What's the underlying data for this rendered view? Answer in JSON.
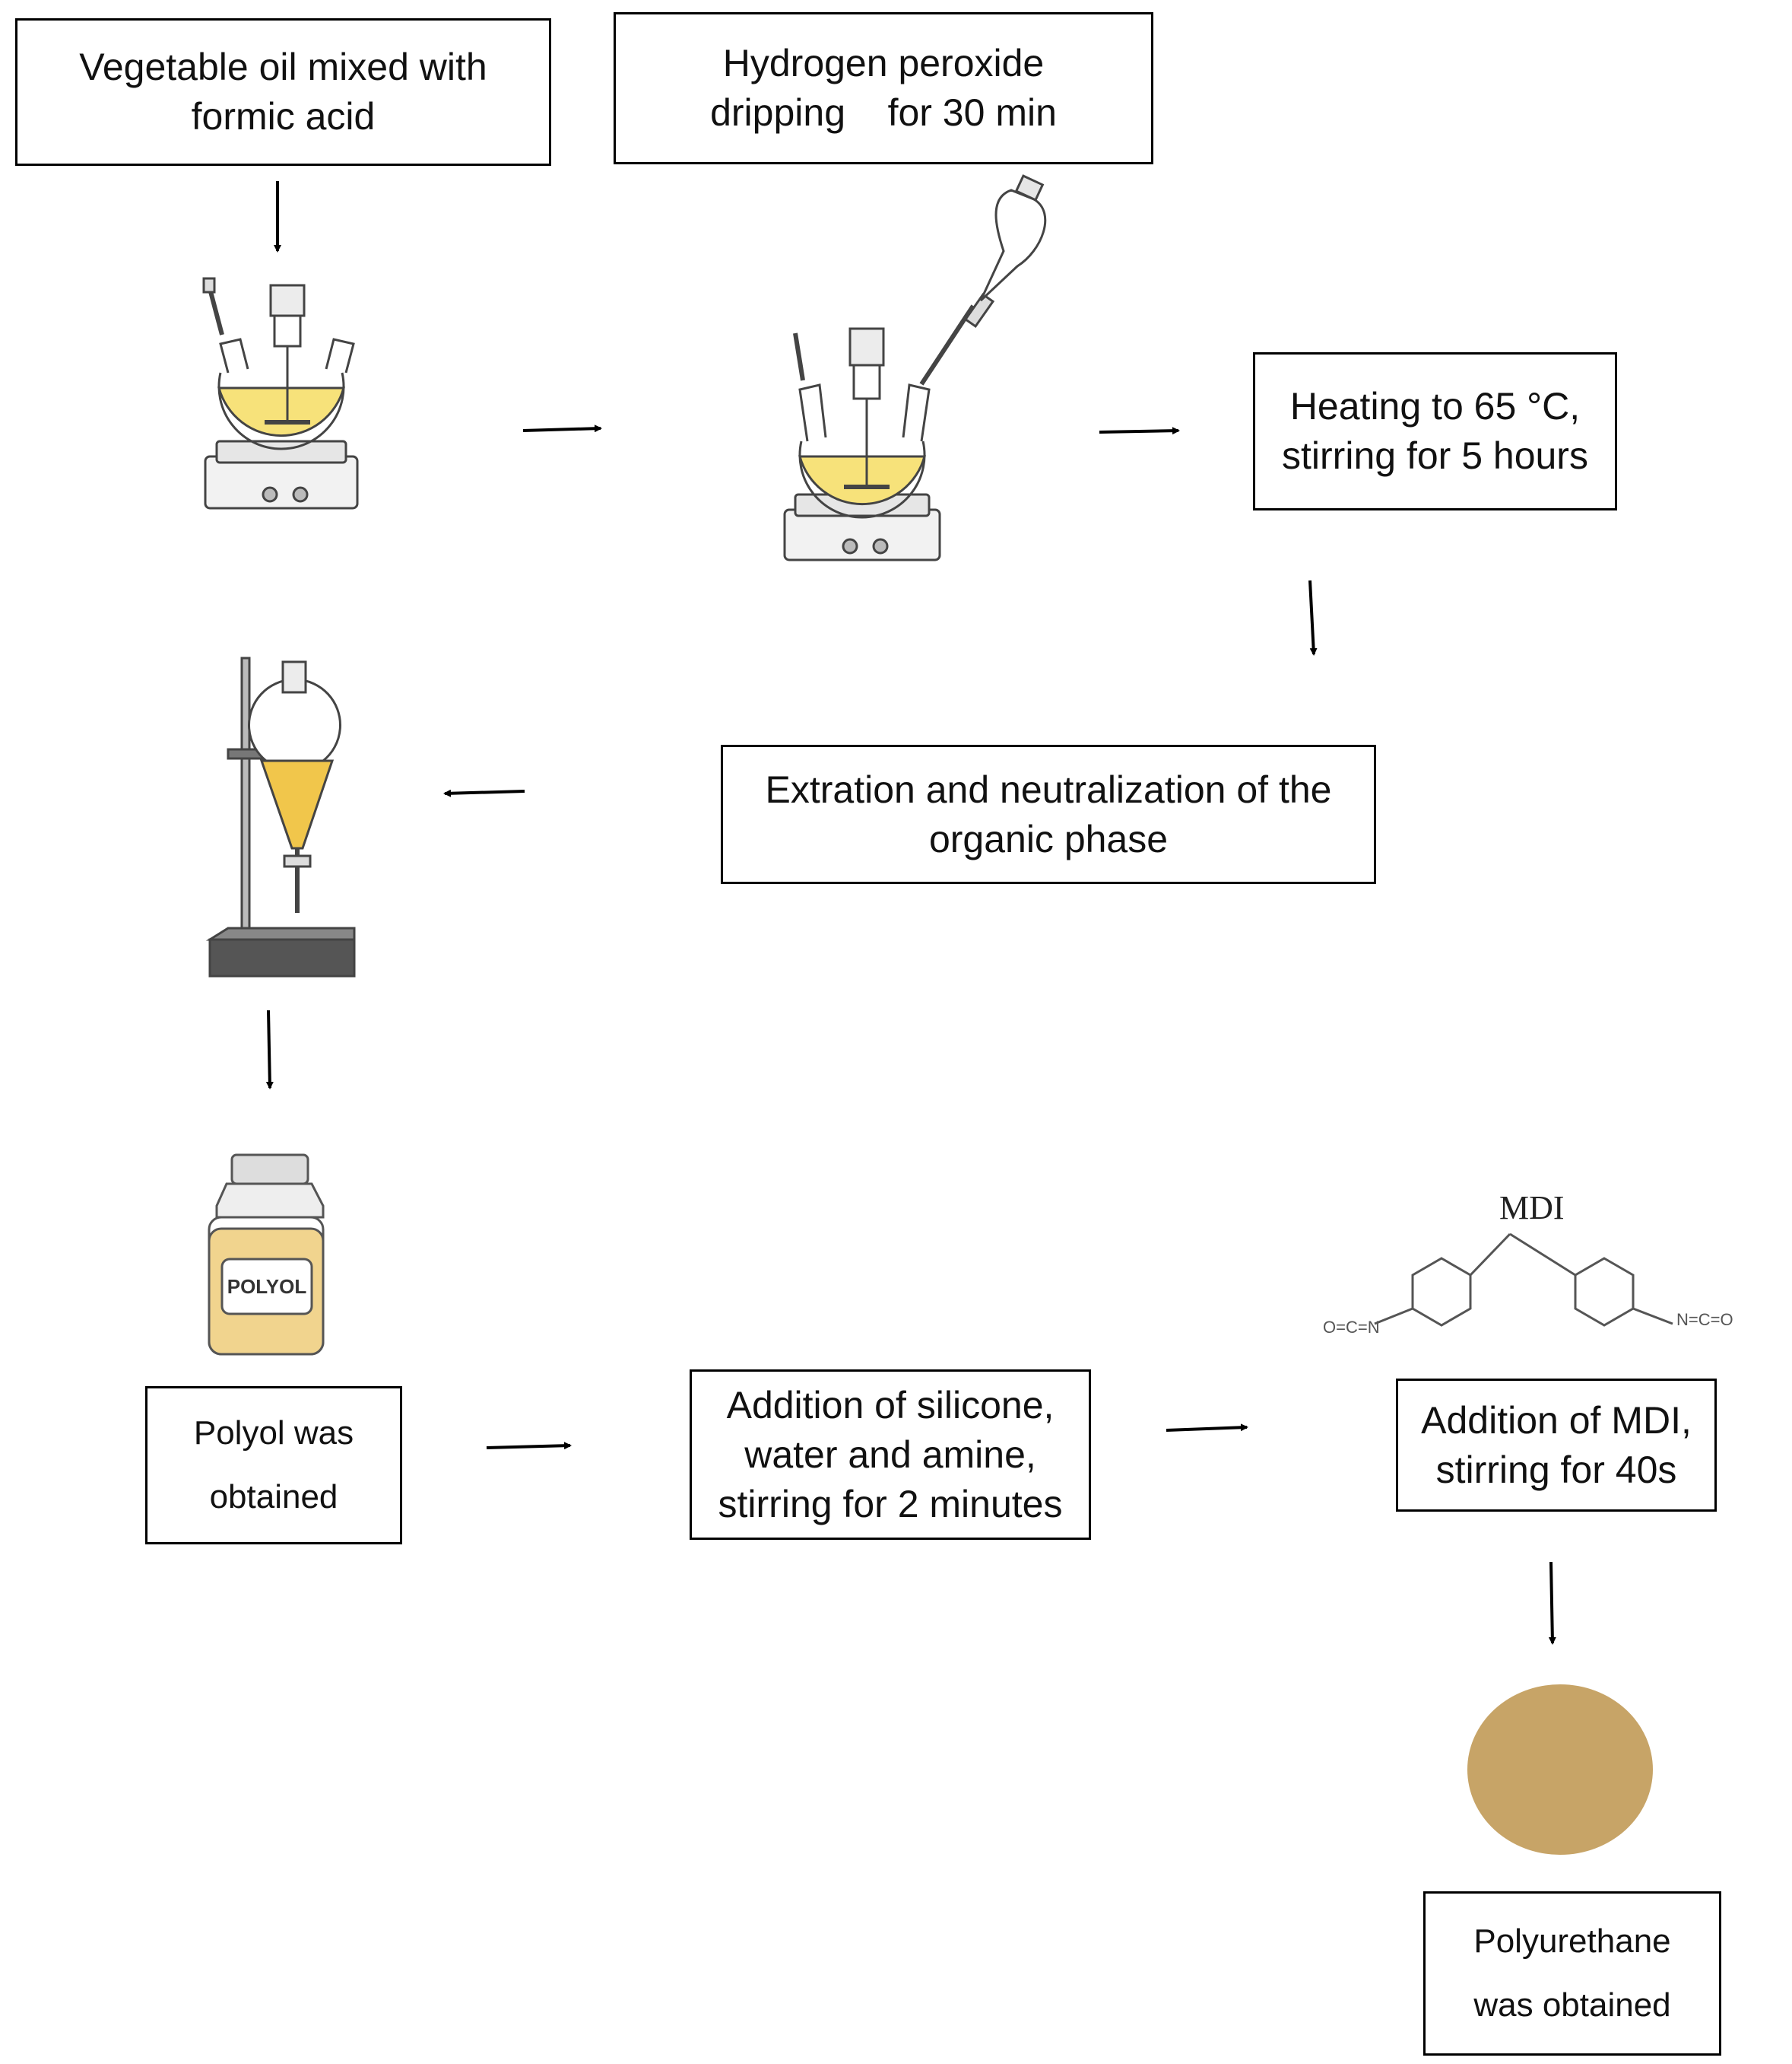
{
  "steps": {
    "vegetable_oil": [
      "Vegetable oil mixed with",
      "formic acid"
    ],
    "hydrogen_peroxide": [
      "Hydrogen peroxide",
      "dripping    for 30 min"
    ],
    "heating": [
      "Heating to 65 °C,",
      "stirring for 5 hours"
    ],
    "extraction": [
      "Extration and neutralization of the",
      "organic phase"
    ],
    "polyol": [
      "Polyol was",
      "obtained"
    ],
    "addition_silicone": [
      "Addition of silicone,",
      "water and amine,",
      "stirring for 2 minutes"
    ],
    "addition_mdi": [
      "Addition of MDI,",
      "stirring for 40s"
    ],
    "polyurethane": [
      "Polyurethane",
      "was obtained"
    ]
  },
  "labels": {
    "mdi": "MDI",
    "bottle_label": "POLYOL",
    "isocyanate_left": "O=C=N",
    "isocyanate_right": "N=C=O"
  },
  "colors": {
    "oil": "#f7e27a",
    "oil_dark": "#e0bf3a",
    "polyol_bottle": "#f1d48e",
    "polyurethane": "#c7a467",
    "line": "#000000"
  }
}
